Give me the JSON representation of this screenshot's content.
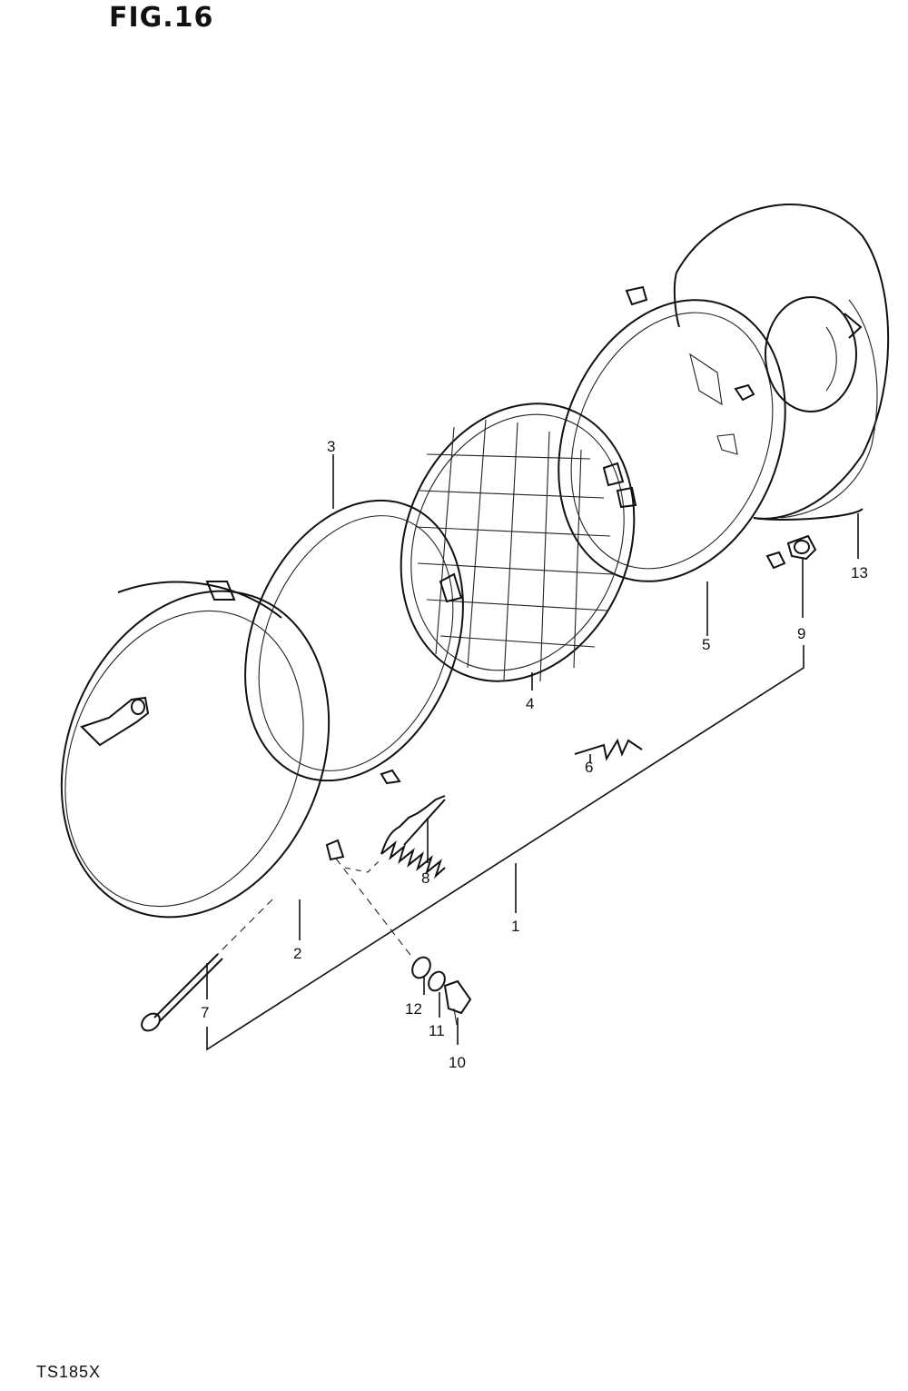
{
  "header": {
    "figure_title": "FIG.16"
  },
  "footer": {
    "model_code": "TS185X"
  },
  "callouts": [
    {
      "ref": "1",
      "label": "1"
    },
    {
      "ref": "2",
      "label": "2"
    },
    {
      "ref": "3",
      "label": "3"
    },
    {
      "ref": "4",
      "label": "4"
    },
    {
      "ref": "5",
      "label": "5"
    },
    {
      "ref": "6",
      "label": "6"
    },
    {
      "ref": "7",
      "label": "7"
    },
    {
      "ref": "8",
      "label": "8"
    },
    {
      "ref": "9",
      "label": "9"
    },
    {
      "ref": "10",
      "label": "10"
    },
    {
      "ref": "11",
      "label": "11"
    },
    {
      "ref": "12",
      "label": "12"
    },
    {
      "ref": "13",
      "label": "13"
    }
  ]
}
